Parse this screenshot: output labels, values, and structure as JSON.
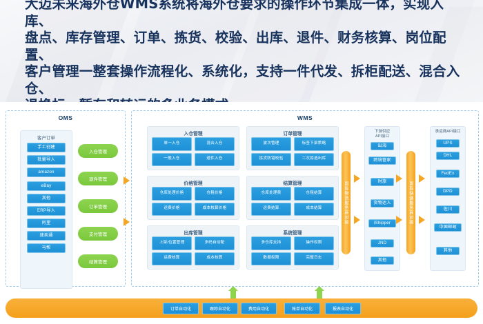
{
  "header": {
    "headline": "大迈未来海外仓WMS系统将海外仓要求的操作环节集成一体，实现入库、\n盘点、库存管理、订单、拣货、校验、出库、退件、财务核算、岗位配置、\n客户管理一整套操作流程化、系统化，支持一件代发、拆柜配送、混合入仓、\n退换标、暂存和转运的多业务模式。"
  },
  "diagram": {
    "oms": {
      "title": "OMS",
      "customer_order": {
        "title": "客户订单",
        "sources": [
          "手工创建",
          "批量导入",
          "amazon",
          "eBay",
          "其他",
          "ERP导入",
          "阿里",
          "速卖通",
          "马帮"
        ]
      },
      "modules": [
        "入仓管理",
        "退件管理",
        "订单管理",
        "支付管理",
        "结算管理"
      ]
    },
    "wms": {
      "title": "WMS",
      "groups": [
        {
          "title": "入仓管理",
          "items": [
            "单一入仓",
            "混合入仓",
            "一般入仓",
            "退件入仓"
          ]
        },
        {
          "title": "订单管理",
          "items": [
            "波次管理",
            "标签下架策略",
            "拣货防错校验",
            "二次拣选出库"
          ]
        },
        {
          "title": "价格管理",
          "items": [
            "仓库处理价格",
            "仓租价格",
            "运费价格",
            "成本核算价格"
          ]
        },
        {
          "title": "结算管理",
          "items": [
            "仓库处理费",
            "仓租结算",
            "运费结算",
            "成本结算"
          ]
        },
        {
          "title": "出库管理",
          "items": [
            "上架/位置管理",
            "多码自动配",
            "运费核算",
            "成本核算"
          ]
        },
        {
          "title": "系统管理",
          "items": [
            "多仓库支持",
            "操作权限",
            "数据权限",
            "完整日志"
          ]
        }
      ],
      "pill_left": "国际物流服务商对接",
      "pill_right": "国际快递服务商对接",
      "downstream": {
        "title": "下游供应\nAPI接口",
        "items": [
          "出海",
          "跨境管家",
          "时旅",
          "货物达人",
          "iShipper",
          "JND",
          "其他"
        ]
      },
      "carriers": {
        "title": "承运商API接口",
        "items": [
          "UPS",
          "DHL",
          "FedEx",
          "DPD",
          "佐川",
          "中国邮政",
          "其他"
        ]
      }
    },
    "automation": {
      "items": [
        "订单自动化",
        "跟踪自动化",
        "费用自动化",
        "账单自动化",
        "报表自动化"
      ]
    }
  },
  "colors": {
    "blue": "#2b9fe0",
    "green": "#8ed44f",
    "orange": "#f5a623",
    "headline": "#17325c"
  }
}
